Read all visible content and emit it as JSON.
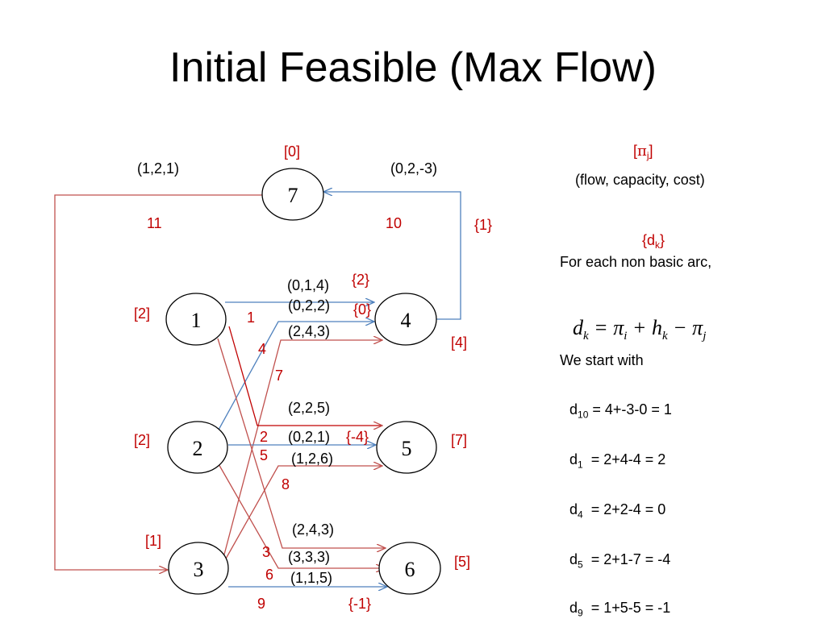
{
  "title": "Initial Feasible (Max Flow)",
  "nodes": [
    {
      "id": "7",
      "label": "7",
      "potential": "[0]"
    },
    {
      "id": "1",
      "label": "1",
      "potential": "[2]"
    },
    {
      "id": "4",
      "label": "4",
      "potential": "[4]"
    },
    {
      "id": "2",
      "label": "2",
      "potential": "[2]"
    },
    {
      "id": "5",
      "label": "5",
      "potential": "[7]"
    },
    {
      "id": "3",
      "label": "3",
      "potential": "[1]"
    },
    {
      "id": "6",
      "label": "6",
      "potential": "[5]"
    }
  ],
  "arc_numbers": {
    "a11": "11",
    "a10": "10",
    "a1": "1",
    "a4": "4",
    "a7": "7",
    "a2": "2",
    "a5": "5",
    "a8": "8",
    "a3": "3",
    "a6": "6",
    "a9": "9"
  },
  "arc_labels": {
    "arc_7_3": "(1,2,1)",
    "arc_4_7": "(0,2,-3)",
    "arc_1_4": "(0,1,4)",
    "arc_2_4": "(0,2,2)",
    "arc_3_4": "(2,4,3)",
    "arc_1_5": "(2,2,5)",
    "arc_2_5": "(0,2,1)",
    "arc_3_5": "(1,2,6)",
    "arc_1_6": "(2,4,3)",
    "arc_2_6": "(3,3,3)",
    "arc_3_6": "(1,1,5)"
  },
  "reduced_costs": {
    "d10": "{1}",
    "d1": "{2}",
    "d4": "{0}",
    "d5": "{-4}",
    "d9": "{-1}"
  },
  "legend": {
    "potential_open": "[",
    "potential_symbol": "π",
    "potential_sub": "j",
    "potential_close": "]",
    "arc_triple": "(flow, capacity, cost)",
    "reduced_open": "{d",
    "reduced_sub": "k",
    "reduced_close": "}",
    "nonbasic_text": "For each non basic arc,",
    "start_text": "We start with"
  },
  "calculations": [
    {
      "sub": "10",
      "text": " = 4+-3-0 = 1"
    },
    {
      "sub": "1",
      "text": "  = 2+4-4 = 2"
    },
    {
      "sub": "4",
      "text": "  = 2+2-4 = 0"
    },
    {
      "sub": "5",
      "text": "  = 2+1-7 = -4"
    },
    {
      "sub": "9",
      "text": "  = 1+5-5 = -1"
    }
  ],
  "colors": {
    "red_arc": "#c0504d",
    "blue_arc": "#4f81bd",
    "label_red": "#c00000"
  }
}
